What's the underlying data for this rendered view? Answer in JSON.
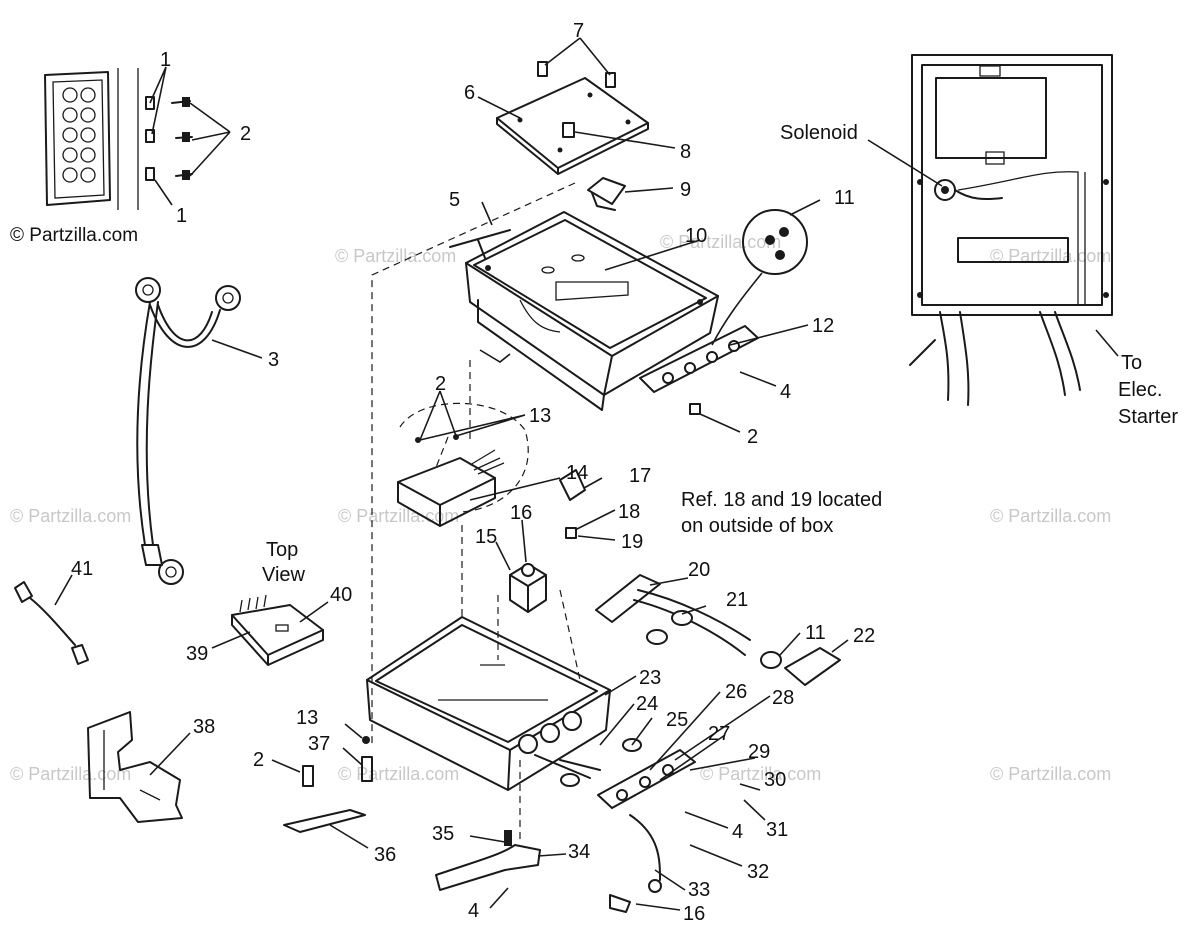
{
  "copyright": "© Partzilla.com",
  "watermark": "© Partzilla.com",
  "notes": {
    "solenoid": "Solenoid",
    "to_elec_starter": [
      "To",
      "Elec.",
      "Starter"
    ],
    "top_view": [
      "Top",
      "View"
    ],
    "ref_note": [
      "Ref. 18 and 19 located",
      "on outside of box"
    ]
  },
  "callouts": {
    "c1a": "1",
    "c1b": "1",
    "c2a": "2",
    "c2b": "2",
    "c2c": "2",
    "c2d": "2",
    "c3": "3",
    "c4a": "4",
    "c4b": "4",
    "c4c": "4",
    "c5": "5",
    "c6": "6",
    "c7": "7",
    "c8": "8",
    "c9": "9",
    "c10": "10",
    "c11a": "11",
    "c11b": "11",
    "c12": "12",
    "c13a": "13",
    "c13b": "13",
    "c14": "14",
    "c15": "15",
    "c16a": "16",
    "c16b": "16",
    "c17": "17",
    "c18": "18",
    "c19": "19",
    "c20": "20",
    "c21": "21",
    "c22": "22",
    "c23": "23",
    "c24": "24",
    "c25": "25",
    "c26": "26",
    "c27": "27",
    "c28": "28",
    "c29": "29",
    "c30": "30",
    "c31": "31",
    "c32": "32",
    "c33": "33",
    "c34": "34",
    "c35": "35",
    "c36": "36",
    "c37": "37",
    "c38": "38",
    "c39": "39",
    "c40": "40",
    "c41": "41"
  }
}
